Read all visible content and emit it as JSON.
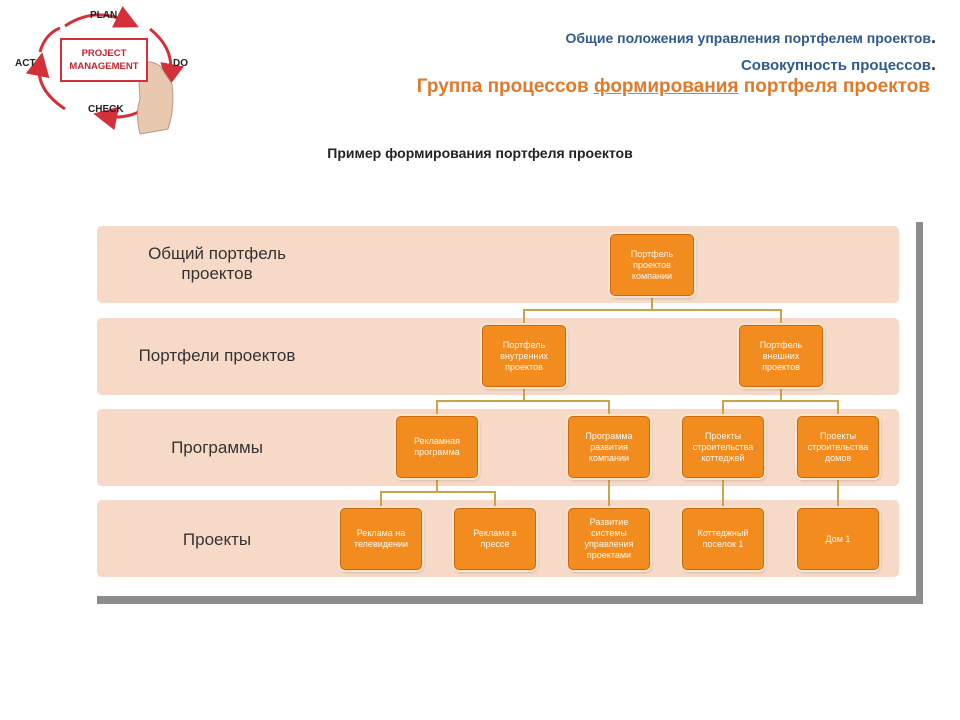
{
  "header": {
    "line1": "Общие положения управления портфелем проектов",
    "line1_dot": ".",
    "line2": "Совокупность процессов",
    "line2_dot": ".",
    "line3_pre": "Группа процессов ",
    "line3_u": "формирования",
    "line3_post": " портфеля проектов"
  },
  "logo": {
    "plan": "PLAN",
    "do": "DO",
    "check": "CHECK",
    "act": "ACT",
    "box_line1": "PROJECT",
    "box_line2": "MANAGEMENT"
  },
  "subtitle": "Пример формирования портфеля проектов",
  "levels": [
    "Общий портфель\nпроектов",
    "Портфели проектов",
    "Программы",
    "Проекты"
  ],
  "nodes": {
    "root": "Портфель проектов компании",
    "internal": "Портфель внутренних проектов",
    "external": "Портфель внешних проектов",
    "ad_program": "Рекламная программа",
    "dev_program": "Программа развития компании",
    "cottage_construction": "Проекты строительства коттеджей",
    "house_construction": "Проекты строительства домов",
    "tv_ad": "Реклама на телевидении",
    "press_ad": "Реклама в прессе",
    "mgmt_system": "Развитие системы управления проектами",
    "cottage_village": "Коттеджный поселок 1",
    "house1": "Дом 1"
  },
  "colors": {
    "node_fill": "#f28c1f",
    "band_fill": "#f7d9c8",
    "title_blue": "#2e5a8c",
    "title_orange": "#e07a2a"
  }
}
